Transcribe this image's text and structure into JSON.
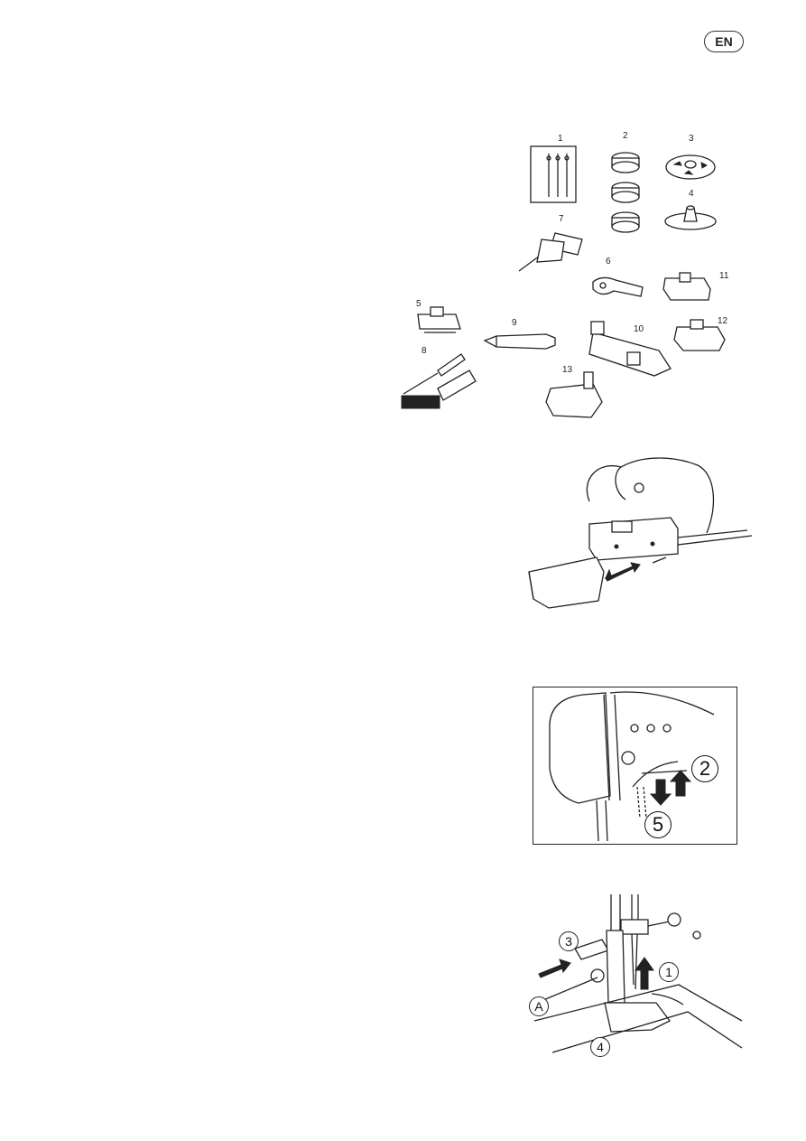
{
  "header": {
    "language_badge": "EN"
  },
  "accessories": {
    "items": [
      {
        "number": "1"
      },
      {
        "number": "2"
      },
      {
        "number": "3"
      },
      {
        "number": "4"
      },
      {
        "number": "5"
      },
      {
        "number": "6"
      },
      {
        "number": "7"
      },
      {
        "number": "8"
      },
      {
        "number": "9"
      },
      {
        "number": "10"
      },
      {
        "number": "11"
      },
      {
        "number": "12"
      },
      {
        "number": "13"
      }
    ]
  },
  "presser_lever_figure": {
    "callouts": [
      "2",
      "5"
    ]
  },
  "presser_foot_figure": {
    "callouts": [
      "3",
      "1",
      "A",
      "4"
    ]
  }
}
